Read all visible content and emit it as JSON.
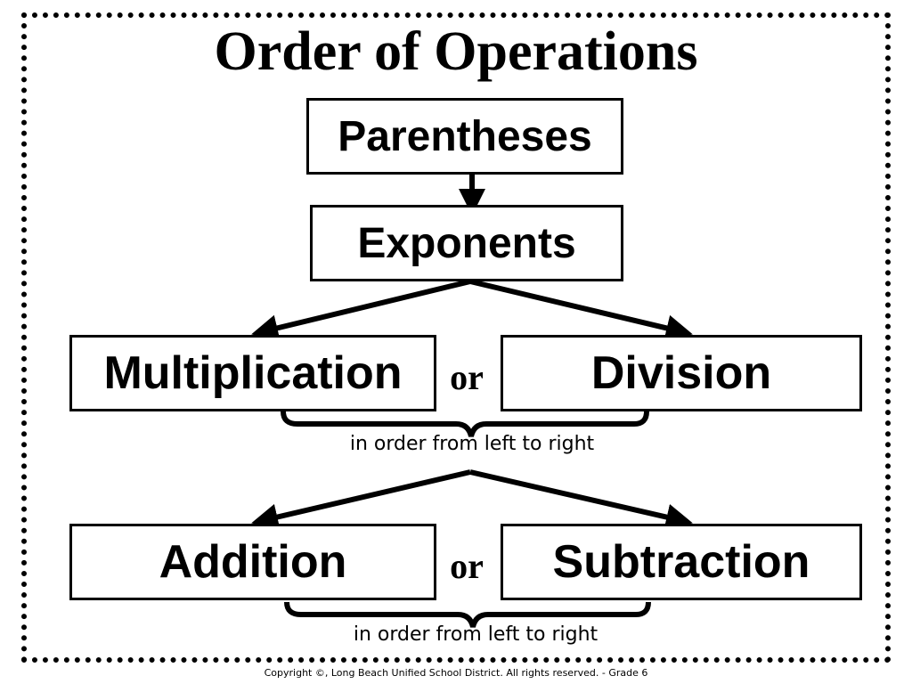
{
  "title": "Order of Operations",
  "steps": {
    "parentheses": "Parentheses",
    "exponents": "Exponents",
    "multiplication": "Multiplication",
    "division": "Division",
    "addition": "Addition",
    "subtraction": "Subtraction"
  },
  "connector_or_1": "or",
  "connector_or_2": "or",
  "note_1": "in order from left to right",
  "note_2": "in order from left to right",
  "copyright": "Copyright ©, Long Beach Unified School District.  All rights reserved. - Grade 6"
}
